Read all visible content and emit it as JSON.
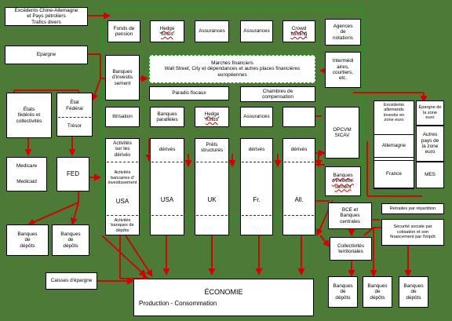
{
  "colors": {
    "background": "#4d7a36",
    "arrow": "#d00000",
    "frame": "#1e9b1e"
  },
  "boxes": {
    "excedents": "Excédents Chine-Allemagne\net Pays pétroliers\nTrafics divers",
    "epargne": "Epargne",
    "fonds_pension": "Fonds de\npension",
    "hedge_funds_top": "Hedge\nfunds",
    "assurances_1": "Assurances",
    "assurances_2": "Assurances",
    "crowd_funding": "Crowd\nfunding",
    "agences_notation": "Agences\nde\nnotations",
    "banques_investissement": "Banques\nd'investis\nsement",
    "marches_financiers": "Marchés financiers\nWall Street, City et dépendances et autres places financières\neuropéennes",
    "intermediaires": "Intermédi\naires,\ncourtiers,\netc.",
    "paradis_fiscaux": "Paradis fiscaux",
    "chambres_compensation": "Chambres de\ncompensation",
    "etats_federes": "États\nfédérés et\ncollectivités",
    "etat_federal": "État\nFédéral",
    "tresor": "Trésor",
    "titrisation": "titrisation",
    "banques_paralleles": "Banques\nparallèles",
    "hedge_funds_mid": "Hedge\nfunds",
    "assurances_3": "Assurances",
    "opcvm": "OPCVM\nSICAV",
    "excedents_allemands": "Excédents\nallemands\ninvestis en\nzone euro",
    "epargne_zone_euro": "Épargne de\nla zone\neuro",
    "autres_pays": "Autres\npays de\nla zone\neuro",
    "allemagne": "Allemagne",
    "france": "France",
    "mes": "MES",
    "activites_derives": "Activités\nsur les\ndérivés",
    "derives_1": "dérivés",
    "prets_structures": "Prêts\nstructurés",
    "derives_2": "dérivés",
    "derives_3": "dérivés",
    "activites_bancaires_inv": "Activités\nbancaires d'\ninvestissement",
    "usa_1": "USA",
    "usa_2": "USA",
    "uk": "UK",
    "fr": "Fr.",
    "all": "All.",
    "activites_banques_depots": "Activités\nbanques de\ndépôts",
    "banques_investissement_2": "Banques\nd'investis-\nsement",
    "medicare": "Medicare",
    "medicaid": "Medicaid",
    "fed": "FED",
    "bce": "BCE et\nBanques\ncentrales",
    "retraites": "Retraites par répartition",
    "securite_sociale": "Sécurité sociale par\ncotisation et son\nfinancement par l'impôt",
    "collectivites": "Collectivités\nterritoriales",
    "banques_depots_1": "Banques\nde\ndépôts",
    "banques_depots_2": "Banques\nde\ndépôts",
    "caisses_epargne": "Caisses d'épargne",
    "economie_title": "ÉCONOMIE",
    "economie_sub": "Production - Consommation",
    "banques_depots_3": "Banques\nde\ndépôts",
    "banques_depots_4": "Banques\nde\ndépôts",
    "banques_depots_5": "Banques\nde\ndépôts"
  }
}
